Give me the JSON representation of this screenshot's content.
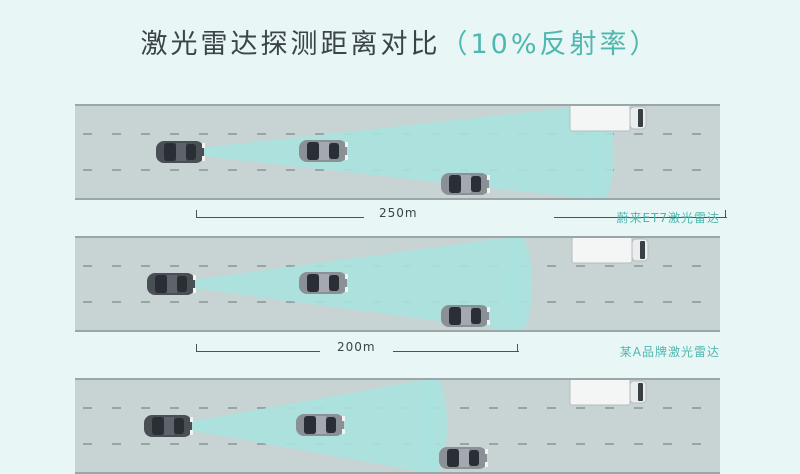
{
  "title": {
    "main": "激光雷达探测距离对比",
    "sub": "（10%反射率）"
  },
  "comparisons": [
    {
      "distance": "250m",
      "brand": "蔚来ET7激光雷达",
      "range_fraction": 1.0
    },
    {
      "distance": "200m",
      "brand": "某A品牌激光雷达",
      "range_fraction": 0.8
    },
    {
      "range_fraction": 0.57
    }
  ],
  "colors": {
    "background": "#e8f6f5",
    "road": "#c8d4d4",
    "beam": "#a8e2df",
    "accent": "#4fb7b0",
    "text": "#3b4449"
  },
  "icons": [
    "ego-car-icon",
    "car-icon",
    "truck-icon"
  ]
}
